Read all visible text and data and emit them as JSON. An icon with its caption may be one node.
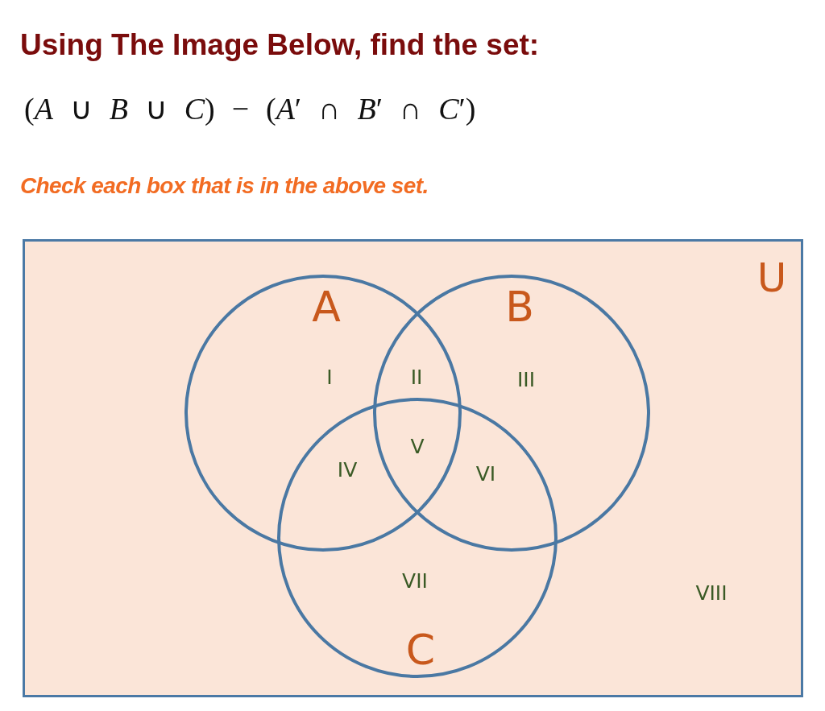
{
  "diagram": {
    "title": "Using The Image Below, find the set:",
    "nodes": [
      {
        "text": [
          "U"
        ]
      },
      {
        "text": [
          "A"
        ],
        "in": 0
      },
      {
        "text": [
          "B"
        ],
        "in": 0
      },
      {
        "text": [
          "C"
        ],
        "in": 0
      }
    ],
    "labels": [
      "(*A* ∪ *B* ∪ *C*) − (*A*′ ∩ *B*′ ∩ *C*′)",
      "Check each box that is in the above set.",
      "I",
      "II",
      "III",
      "IV",
      "V",
      "VI",
      "VII",
      "VIII"
    ]
  }
}
